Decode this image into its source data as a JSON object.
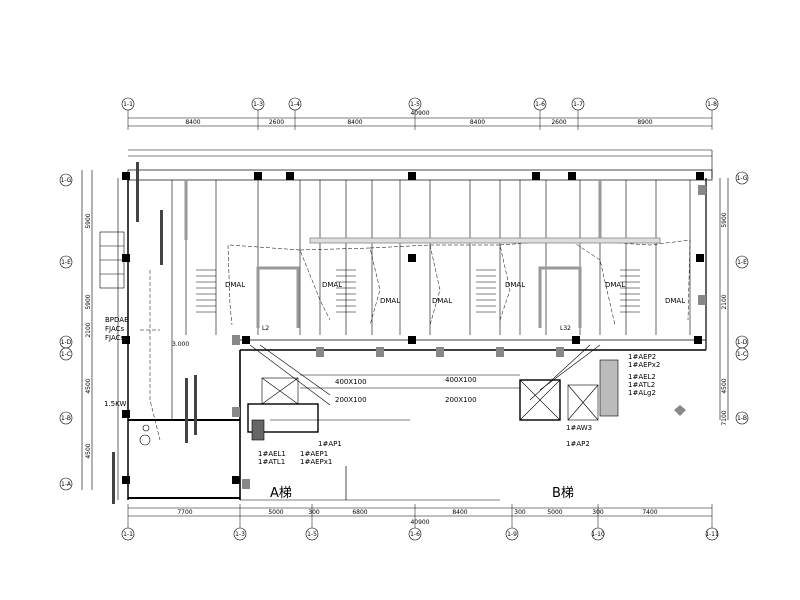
{
  "axes_top": [
    "1-1",
    "1-3",
    "1-4",
    "1-5",
    "1-6",
    "1-7",
    "1-8"
  ],
  "axes_bottom": [
    "1-1",
    "1-3",
    "1-5",
    "1-6",
    "1-9",
    "1-10",
    "1-11"
  ],
  "axes_left": [
    "1-G",
    "1-E",
    "1-D",
    "1-C",
    "1-B",
    "1-A"
  ],
  "dims_top": [
    "8400",
    "2600",
    "8400",
    "8400",
    "2600",
    "8900"
  ],
  "dim_total_top": "40900",
  "dims_bottom": [
    "7700",
    "5000",
    "300",
    "6800",
    "8400",
    "300",
    "5000",
    "300",
    "7400"
  ],
  "dim_total_bottom": "40900",
  "dims_left": [
    "5900",
    "5900",
    "2100",
    "4500",
    "4500"
  ],
  "dims_right": [
    "5900",
    "2100",
    "4500",
    "7100"
  ],
  "room_label": "DMAL",
  "left_panel_labels": [
    "BPDAE",
    "FJACs",
    "FJACs"
  ],
  "power_label": "1.5KW",
  "core_a": {
    "label": "A梯",
    "panels": [
      "1#AP1",
      "1#AEL1",
      "1#ATL1",
      "1#AEP1",
      "1#AEPx1"
    ]
  },
  "core_b": {
    "label": "B梯",
    "panels": [
      "1#AEP2",
      "1#AEPx2",
      "1#AEL2",
      "1#ATL2",
      "1#ALg2",
      "1#AW3",
      "1#AP2"
    ]
  },
  "trays": [
    "400X100",
    "400X100",
    "200X100",
    "200X100"
  ],
  "elev_marks": [
    "L2",
    "L32"
  ],
  "small_label": "3.000"
}
